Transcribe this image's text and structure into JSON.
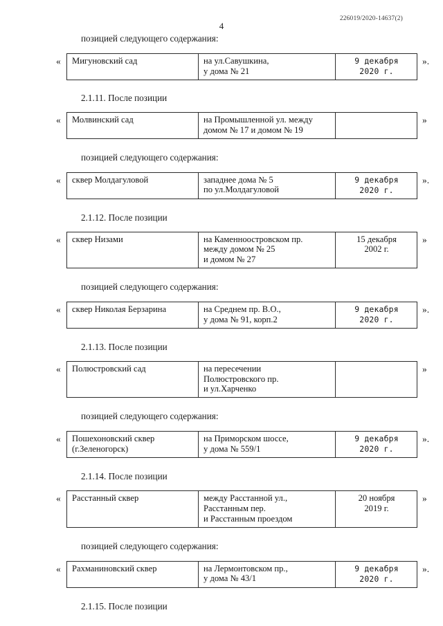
{
  "document": {
    "header_code": "226019/2020-14637(2)",
    "page_number": "4",
    "open_quote": "«",
    "close_quote_period": "».",
    "close_quote_plain": "»"
  },
  "paragraphs": {
    "lead_1": "позицией следующего содержания:",
    "clause_2_1_11": "2.1.11. После позиции",
    "lead_2": "позицией следующего содержания:",
    "clause_2_1_12": "2.1.12. После позиции",
    "lead_3": "позицией следующего содержания:",
    "clause_2_1_13": "2.1.13. После позиции",
    "lead_4": "позицией следующего содержания:",
    "clause_2_1_14": "2.1.14. После позиции",
    "lead_5": "позицией следующего содержания:",
    "clause_2_1_15": "2.1.15. После позиции"
  },
  "tables": [
    {
      "id": "migunovskiy-sad",
      "name_lines": [
        "Мигуновский сад"
      ],
      "address_lines": [
        "на ул.Савушкина,",
        "у дома № 21"
      ],
      "date_lines": [
        "9 декабря",
        "2020 г."
      ],
      "date_style": "mono",
      "close_mark": "».",
      "min_rows": 2
    },
    {
      "id": "molvinskiy-sad",
      "name_lines": [
        "Молвинский сад"
      ],
      "address_lines": [
        "на Промышленной ул. между",
        "домом № 17 и домом № 19"
      ],
      "date_lines": [],
      "date_style": "serif",
      "close_mark": "»",
      "min_rows": 2
    },
    {
      "id": "skver-moldagulovoy",
      "name_lines": [
        "сквер Молдагуловой"
      ],
      "address_lines": [
        "западнее дома № 5",
        "по ул.Молдагуловой"
      ],
      "date_lines": [
        "9 декабря",
        "2020 г."
      ],
      "date_style": "mono",
      "close_mark": "».",
      "min_rows": 2
    },
    {
      "id": "skver-nizami",
      "name_lines": [
        "сквер Низами"
      ],
      "address_lines": [
        "на Каменноостровском пр.",
        "между домом № 25",
        "и домом № 27"
      ],
      "date_lines": [
        "15 декабря",
        "2002 г."
      ],
      "date_style": "serif",
      "close_mark": "»",
      "min_rows": 3
    },
    {
      "id": "skver-nikolaya-berzarina",
      "name_lines": [
        "сквер Николая Берзарина"
      ],
      "address_lines": [
        "на Среднем пр. В.О.,",
        "у дома № 91, корп.2"
      ],
      "date_lines": [
        "9 декабря",
        "2020 г."
      ],
      "date_style": "mono",
      "close_mark": "».",
      "min_rows": 2
    },
    {
      "id": "polyustrovskiy-sad",
      "name_lines": [
        "Полюстровский сад"
      ],
      "address_lines": [
        "на пересечении",
        "Полюстровского пр.",
        "и ул.Харченко"
      ],
      "date_lines": [],
      "date_style": "serif",
      "close_mark": "»",
      "min_rows": 3
    },
    {
      "id": "poshehonovskiy-skver",
      "name_lines": [
        "Пошехоновский сквер",
        "(г.Зеленогорск)"
      ],
      "address_lines": [
        "на Приморском шоссе,",
        "у дома № 559/1"
      ],
      "date_lines": [
        "9 декабря",
        "2020 г."
      ],
      "date_style": "mono",
      "close_mark": "».",
      "min_rows": 2
    },
    {
      "id": "rasstannyy-skver",
      "name_lines": [
        "Расстанный сквер"
      ],
      "address_lines": [
        "между Расстанной ул.,",
        "Расстанным пер.",
        "и Расстанным проездом"
      ],
      "date_lines": [
        "20 ноября",
        "2019 г."
      ],
      "date_style": "serif",
      "close_mark": "»",
      "min_rows": 3
    },
    {
      "id": "rahmaninovskiy-skver",
      "name_lines": [
        "Рахманиновский сквер"
      ],
      "address_lines": [
        "на Лермонтовском пр.,",
        "у дома № 43/1"
      ],
      "date_lines": [
        "9 декабря",
        "2020 г."
      ],
      "date_style": "mono",
      "close_mark": "».",
      "min_rows": 2
    }
  ],
  "order": [
    {
      "kind": "para",
      "key": "lead_1",
      "gap": 0
    },
    {
      "kind": "table",
      "index": 0,
      "gap": 14
    },
    {
      "kind": "para",
      "key": "clause_2_1_11",
      "gap": 18
    },
    {
      "kind": "table",
      "index": 1,
      "gap": 13
    },
    {
      "kind": "para",
      "key": "lead_2",
      "gap": 19
    },
    {
      "kind": "table",
      "index": 2,
      "gap": 14
    },
    {
      "kind": "para",
      "key": "clause_2_1_12",
      "gap": 19
    },
    {
      "kind": "table",
      "index": 3,
      "gap": 13
    },
    {
      "kind": "para",
      "key": "lead_3",
      "gap": 19
    },
    {
      "kind": "table",
      "index": 4,
      "gap": 14
    },
    {
      "kind": "para",
      "key": "clause_2_1_13",
      "gap": 19
    },
    {
      "kind": "table",
      "index": 5,
      "gap": 13
    },
    {
      "kind": "para",
      "key": "lead_4",
      "gap": 19
    },
    {
      "kind": "table",
      "index": 6,
      "gap": 14
    },
    {
      "kind": "para",
      "key": "clause_2_1_14",
      "gap": 19
    },
    {
      "kind": "table",
      "index": 7,
      "gap": 13
    },
    {
      "kind": "para",
      "key": "lead_5",
      "gap": 19
    },
    {
      "kind": "table",
      "index": 8,
      "gap": 14
    },
    {
      "kind": "para",
      "key": "clause_2_1_15",
      "gap": 19
    }
  ]
}
